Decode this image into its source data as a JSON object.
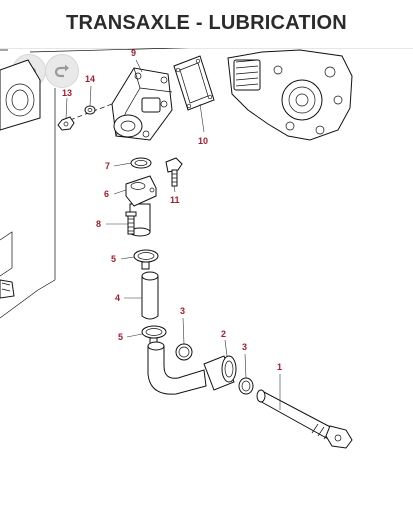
{
  "header": {
    "title": "TRANSAXLE - LUBRICATION"
  },
  "toolbar": {
    "undo_icon": "undo-icon",
    "redo_icon": "redo-icon"
  },
  "accent_color": "#a61c2e",
  "callouts": [
    "1",
    "2",
    "3",
    "3",
    "4",
    "5",
    "5",
    "6",
    "7",
    "8",
    "9",
    "10",
    "11",
    "13",
    "14"
  ]
}
